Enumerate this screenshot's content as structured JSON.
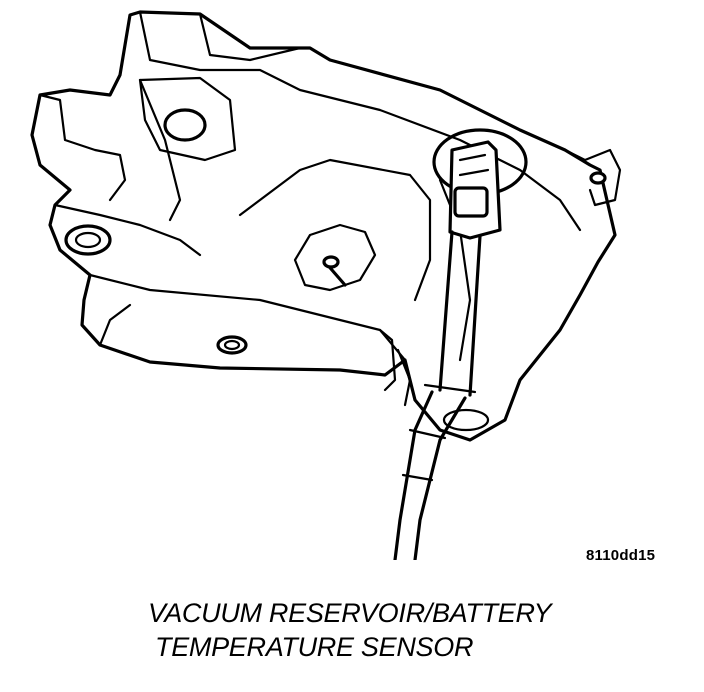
{
  "figure": {
    "reference_code": "8110dd15",
    "caption_line_1": "VACUUM RESERVOIR/BATTERY",
    "caption_line_2": "TEMPERATURE SENSOR"
  }
}
